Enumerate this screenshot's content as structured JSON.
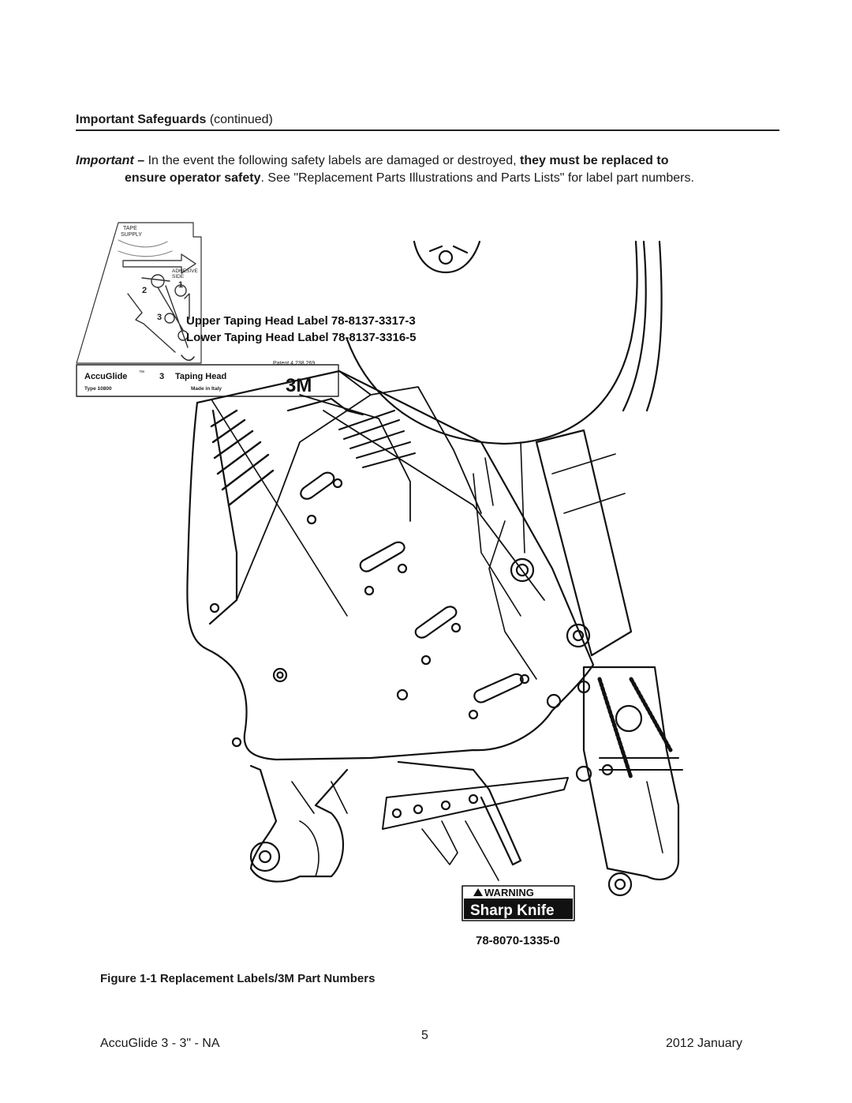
{
  "section": {
    "heading_bold": "Important Safeguards",
    "heading_rest": "(continued)"
  },
  "notice": {
    "lead": "Important –",
    "text1": "In the event the following safety labels are damaged or destroyed,",
    "bold1": "they must be replaced to",
    "bold2": "ensure operator safety",
    "text2": ". See \"Replacement Parts Illustrations and Parts Lists\" for label part numbers."
  },
  "figure": {
    "threading_label": {
      "tape_supply": [
        "TAPE",
        "SUPPLY"
      ],
      "adhesive_side": [
        "ADHESIVE",
        "SIDE"
      ],
      "numbers": [
        "1",
        "2",
        "3"
      ]
    },
    "callouts": {
      "upper": "Upper Taping Head Label 78-8137-3317-3",
      "lower": "Lower Taping Head Label 78-8137-3316-5"
    },
    "product_label": {
      "patent": "Patent 4,238,269",
      "name": "AccuGlide",
      "tm": "™",
      "size": "3",
      "type_name": "Taping Head",
      "type_code": "Type 10800",
      "origin": "Made in Italy",
      "brand": "3M"
    },
    "warning_label": {
      "header": "WARNING",
      "text": "Sharp Knife",
      "part_number": "78-8070-1335-0"
    }
  },
  "caption": "Figure 1-1  Replacement Labels/3M Part Numbers",
  "footer": {
    "left": "AccuGlide 3 - 3\" - NA",
    "page": "5",
    "right": "2012 January"
  }
}
